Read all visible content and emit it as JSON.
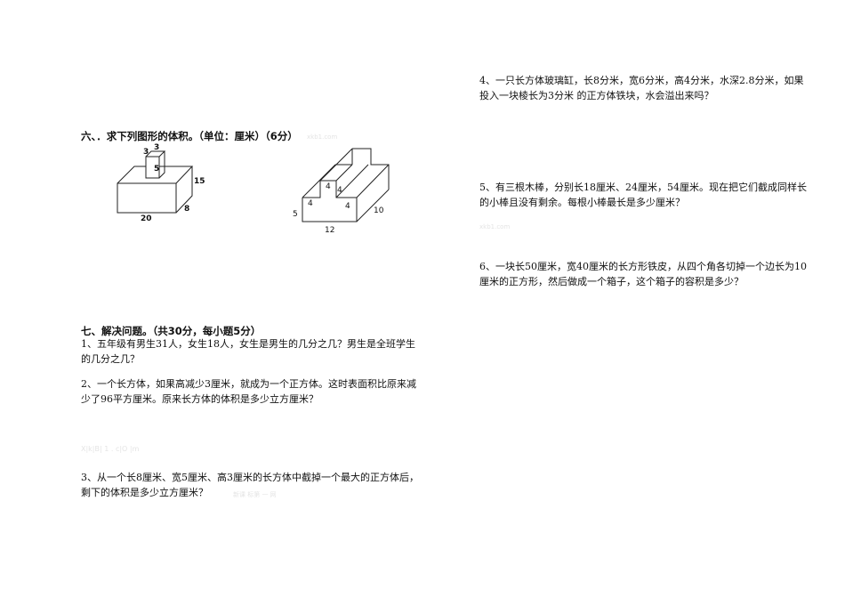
{
  "section6": {
    "title": "六、．求下列图形的体积。（单位：厘米）（6分）",
    "watermark": "xkb1.com",
    "figure1": {
      "labels": {
        "top_w": "3",
        "top_d": "3",
        "top_h": "5",
        "height": "15",
        "length": "20",
        "width": "8"
      }
    },
    "figure2": {
      "labels": {
        "step_a": "4",
        "step_b": "4",
        "step_c": "4",
        "step_d": "4",
        "height": "5",
        "length": "12",
        "depth": "10"
      }
    }
  },
  "section7": {
    "title": "七、解决问题。（共30分，每小题5分）",
    "problems": [
      {
        "text": "1、五年级有男生31人，女生18人，女生是男生的几分之几？男生是全班学生的几分之几？"
      },
      {
        "text": "2、一个长方体，如果高减少3厘米，就成为一个正方体。这时表面积比原来减少了96平方厘米。原来长方体的体积是多少立方厘米？"
      },
      {
        "text": "3、从一个长8厘米、宽5厘米、高3厘米的长方体中截掉一个最大的正方体后，剩下的体积是多少立方厘米？"
      },
      {
        "text": "4、一只长方体玻璃缸，长8分米，宽6分米，高4分米，水深2.8分米，如果投入一块棱长为3分米 的正方体铁块，水会溢出来吗？"
      },
      {
        "text": "5、有三根木棒，分别长18厘米、24厘米，54厘米。现在把它们截成同样长的小棒且没有剩余。每根小棒最长是多少厘米？"
      },
      {
        "text": "6、一块长50厘米，宽40厘米的长方形铁皮，从四个角各切掉一个边长为10厘米的正方形，然后做成一个箱子，这个箱子的容积是多少？"
      }
    ],
    "watermarks": [
      "X|k|B| 1 . c|O |m",
      "新课 标第 一 网",
      "xkb1.com"
    ]
  }
}
